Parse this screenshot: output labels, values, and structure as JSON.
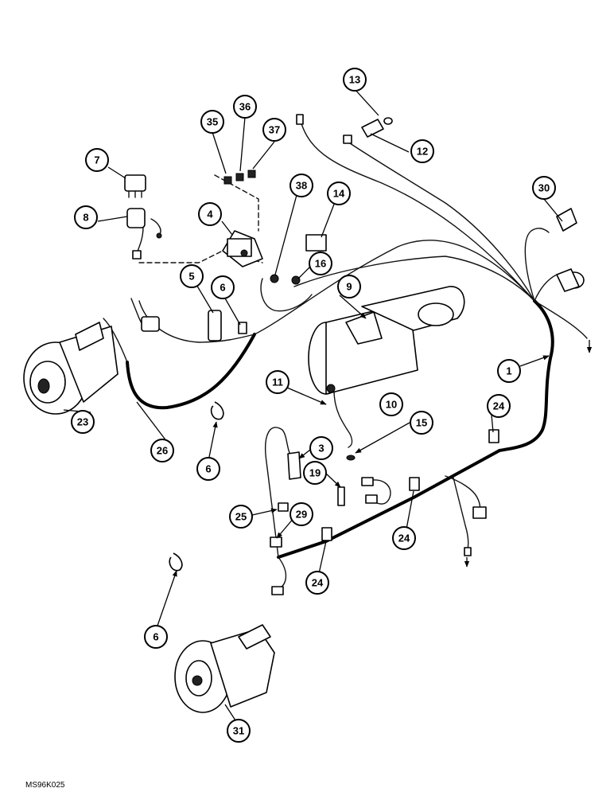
{
  "figure_code": "MS96K025",
  "callouts": [
    "13",
    "36",
    "35",
    "37",
    "12",
    "7",
    "38",
    "14",
    "30",
    "4",
    "8",
    "16",
    "5",
    "6",
    "9",
    "1",
    "11",
    "10",
    "23",
    "26",
    "15",
    "24",
    "3",
    "6",
    "19",
    "25",
    "29",
    "24",
    "24",
    "6",
    "31"
  ]
}
